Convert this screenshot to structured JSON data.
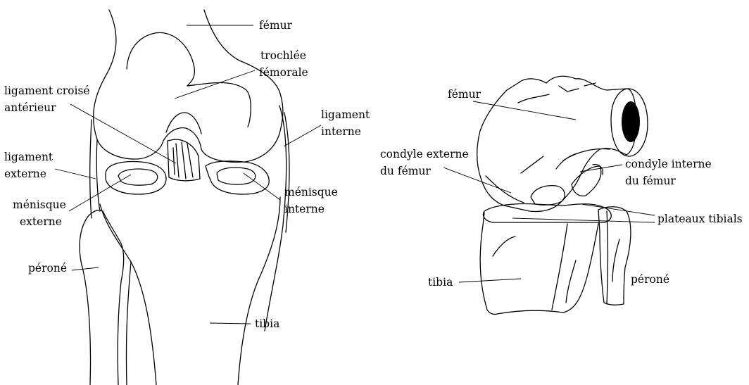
{
  "colors": {
    "stroke": "#000000",
    "background": "#ffffff",
    "canal_fill": "#000000"
  },
  "left_view": {
    "labels": {
      "femur": "fémur",
      "trochlee_l1": "trochlée",
      "trochlee_l2": "fémorale",
      "lca_l1": "ligament croisé",
      "lca_l2": "antérieur",
      "lig_int_l1": "ligament",
      "lig_int_l2": "interne",
      "lig_ext_l1": "ligament",
      "lig_ext_l2": "externe",
      "men_ext_l1": "ménisque",
      "men_ext_l2": "externe",
      "men_int_l1": "ménisque",
      "men_int_l2": "interne",
      "perone": "péroné",
      "tibia": "tibia"
    }
  },
  "right_view": {
    "labels": {
      "femur": "fémur",
      "cond_ext_l1": "condyle externe",
      "cond_ext_l2": "du fémur",
      "cond_int_l1": "condyle interne",
      "cond_int_l2": "du fémur",
      "plateaux": "plateaux tibials",
      "tibia": "tibia",
      "perone": "péroné"
    }
  }
}
